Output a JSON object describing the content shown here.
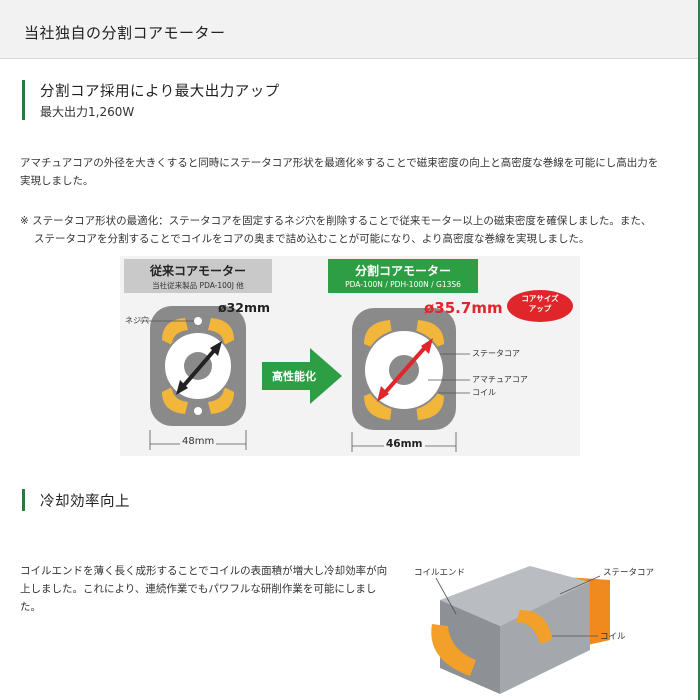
{
  "header": {
    "title": "当社独自の分割コアモーター"
  },
  "section1": {
    "heading": "分割コア採用により最大出力アップ",
    "subheading": "最大出力1,260W",
    "body_line1": "アマチュアコアの外径を大きくすると同時にステータコア形状を最適化※することで磁束密度の向上と高密度な巻線を可能にし高出力を",
    "body_line2": "実現しました。",
    "note_line1": "※ ステータコア形状の最適化：ステータコアを固定するネジ穴を削除することで従来モーター以上の磁束密度を確保しました。また、",
    "note_line2": "ステータコアを分割することでコイルをコアの奥まで詰め込むことが可能になり、より高密度な巻線を実現しました。"
  },
  "figure1": {
    "conventional_title": "従来コアモーター",
    "conventional_sub": "当社従来製品 PDA-100J 他",
    "conventional_diameter": "ø32mm",
    "conventional_width": "48mm",
    "screw_hole_label": "ネジ穴",
    "arrow_label": "高性能化",
    "split_title": "分割コアモーター",
    "split_sub": "PDA-100N / PDH-100N / G13S6",
    "split_diameter": "ø35.7mm",
    "split_width": "46mm",
    "badge_line1": "コアサイズ",
    "badge_line2": "アップ",
    "label_stator": "ステータコア",
    "label_armature": "アマチュアコア",
    "label_coil": "コイル",
    "colors": {
      "green": "#2e9e45",
      "red": "#e0262a",
      "coil": "#f2b63a",
      "core": "#8a8a8a"
    }
  },
  "section2": {
    "heading": "冷却効率向上",
    "body_line1": "コイルエンドを薄く長く成形することでコイルの表面積が増大し冷却効率が向",
    "body_line2": "上しました。これにより、連続作業でもパワフルな研削作業を可能にしまし",
    "body_line3": "た。"
  },
  "figure2": {
    "label_coil_end": "コイルエンド",
    "label_stator": "ステータコア",
    "label_coil": "コイル"
  }
}
